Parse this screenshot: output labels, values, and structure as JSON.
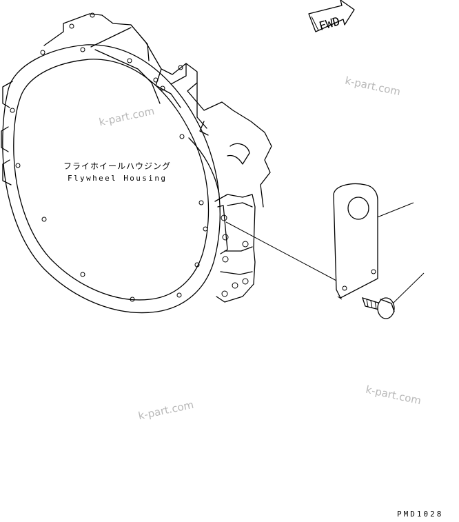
{
  "labels": {
    "part_name_jp": "フライホイールハウジング",
    "part_name_en": "Flywheel Housing",
    "direction": "FWD",
    "drawing_code": "PMD1028"
  },
  "watermarks": [
    "k-part.com",
    "k-part.com",
    "k-part.com",
    "k-part.com"
  ],
  "colors": {
    "line": "#000000",
    "watermark": "#b8b8b8",
    "background": "#ffffff"
  }
}
